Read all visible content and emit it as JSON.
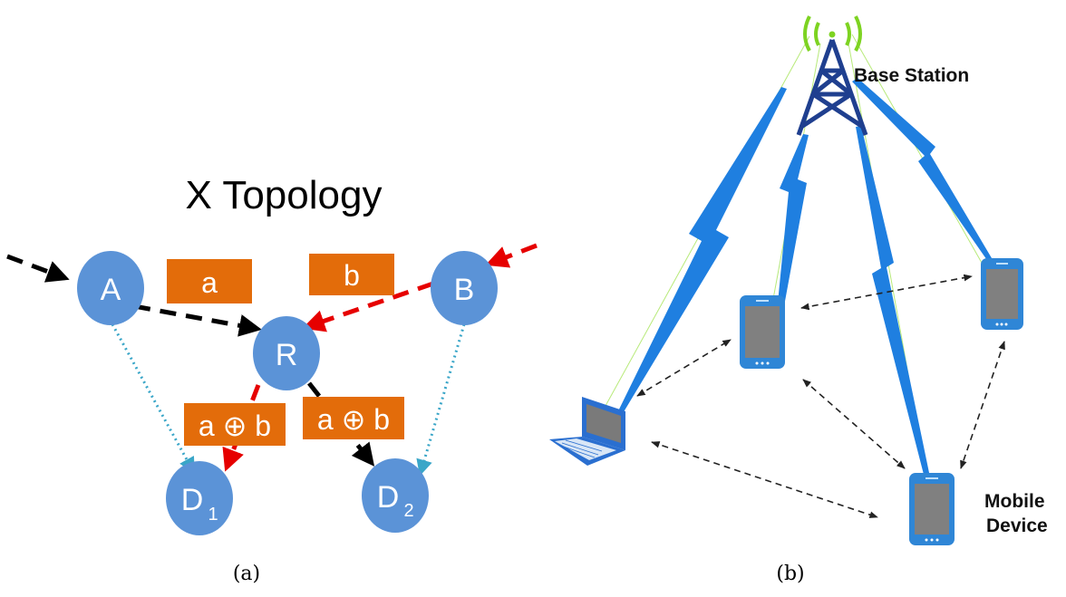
{
  "panel_a": {
    "title": "X Topology",
    "nodes": {
      "a": "A",
      "b": "B",
      "r": "R",
      "d1": "D",
      "d1_sub": "1",
      "d2": "D",
      "d2_sub": "2"
    },
    "packets": {
      "a": "a",
      "b": "b",
      "xor_left": "a ⊕ b",
      "xor_right": "a ⊕ b"
    },
    "caption": "(a)"
  },
  "panel_b": {
    "base_station_label": "Base Station",
    "mobile_label_line1": "Mobile",
    "mobile_label_line2": "Device",
    "caption": "(b)"
  },
  "colors": {
    "node_fill": "#5b93d7",
    "packet_fill": "#e36c0a",
    "arrow_black": "#000000",
    "arrow_red": "#e60000",
    "arrow_teal": "#3aa6c8",
    "tower_blue": "#1f3f8f",
    "signal_green": "#7dd321",
    "bolt_blue": "#1f7fe0",
    "phone_body": "#2f86d6",
    "phone_screen": "#808080"
  }
}
